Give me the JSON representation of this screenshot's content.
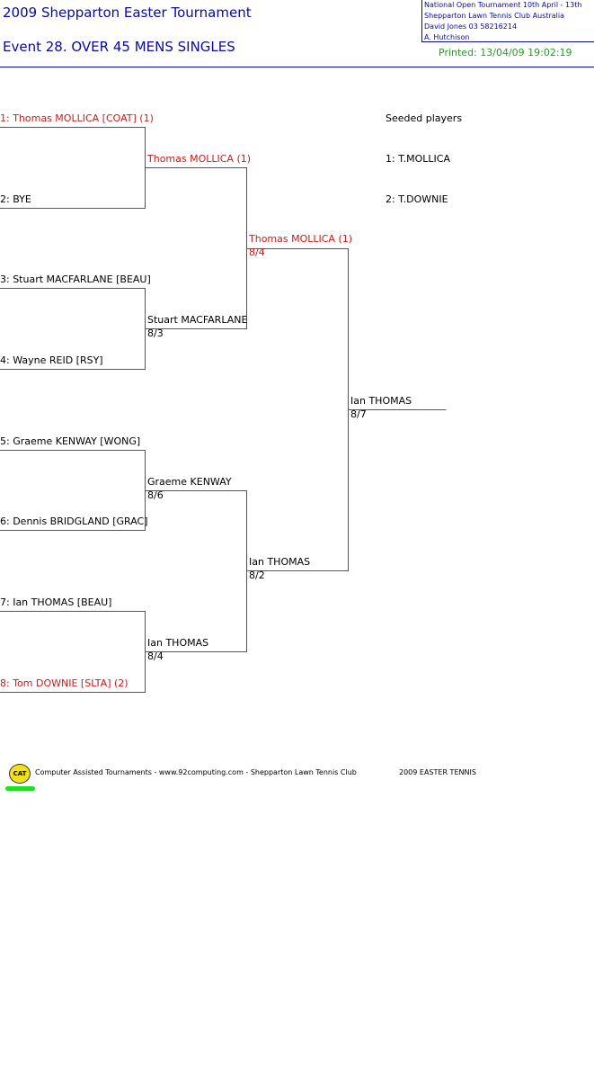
{
  "header": {
    "tournament_title": "2009 Shepparton Easter Tournament",
    "event_title": "Event 28. OVER 45 MENS SINGLES",
    "info_lines": [
      "National Open Tournament   10th April - 13th",
      "Shepparton Lawn Tennis Club    Australia",
      "David Jones    03 58216214",
      "A. Hutchison"
    ],
    "printed": "Printed: 13/04/09 19:02:19"
  },
  "colors": {
    "title": "#0a0aa0",
    "seed": "#cc1a1a",
    "printed": "#2a9a2a"
  },
  "round1": [
    {
      "label": "1: Thomas MOLLICA [COAT] (1)",
      "seeded": true
    },
    {
      "label": "2: BYE",
      "seeded": false
    },
    {
      "label": "3: Stuart MACFARLANE [BEAU]",
      "seeded": false
    },
    {
      "label": "4: Wayne REID [RSY]",
      "seeded": false
    },
    {
      "label": "5: Graeme KENWAY [WONG]",
      "seeded": false
    },
    {
      "label": "6: Dennis BRIDGLAND [GRAC]",
      "seeded": false
    },
    {
      "label": "7: Ian THOMAS [BEAU]",
      "seeded": false
    },
    {
      "label": "8: Tom DOWNIE [SLTA] (2)",
      "seeded": true
    }
  ],
  "round2": [
    {
      "name": "Thomas MOLLICA (1)",
      "score": "",
      "seeded": true
    },
    {
      "name": "Stuart MACFARLANE",
      "score": "8/3",
      "seeded": false
    },
    {
      "name": "Graeme KENWAY",
      "score": "8/6",
      "seeded": false
    },
    {
      "name": "Ian THOMAS",
      "score": "8/4",
      "seeded": false
    }
  ],
  "round3": [
    {
      "name": "Thomas MOLLICA (1)",
      "score": "8/4",
      "seeded": true
    },
    {
      "name": "Ian THOMAS",
      "score": "8/2",
      "seeded": false
    }
  ],
  "final": {
    "name": "Ian THOMAS",
    "score": "8/7",
    "seeded": false
  },
  "seeded_players": {
    "heading": "Seeded players",
    "list": [
      "1: T.MOLLICA",
      "2: T.DOWNIE"
    ]
  },
  "footer": {
    "logo": "CAT",
    "text": "Computer Assisted Tournaments - www.92computing.com -  Shepparton Lawn Tennis Club",
    "right": "2009 EASTER TENNIS"
  }
}
